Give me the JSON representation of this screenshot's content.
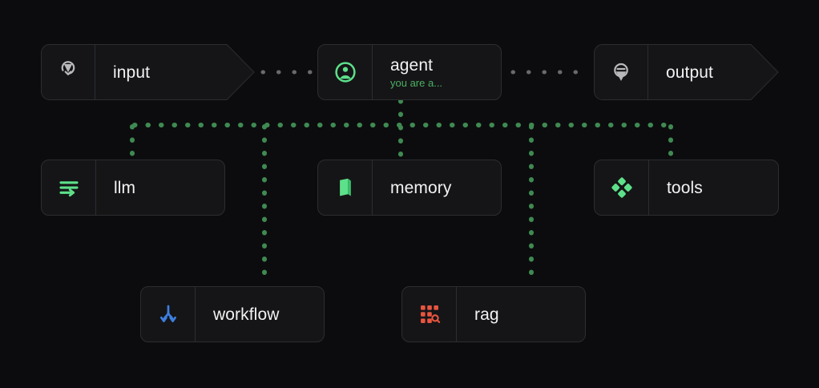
{
  "theme": {
    "background": "#0c0c0e",
    "node_fill": "#151517",
    "node_border": "#2c2d31",
    "title_color": "#f2f2f3",
    "accent_green": "#4caf63",
    "wire_green": "#3f8a52",
    "wire_gray": "#6a6a6e",
    "icon_green": "#5de08a",
    "icon_blue": "#3d7fe0",
    "icon_red": "#e8553f",
    "icon_gray": "#b9b9bb"
  },
  "nodes": {
    "input": {
      "title": "input",
      "icon": "circle-arrow-down-icon",
      "shape": "arrow"
    },
    "agent": {
      "title": "agent",
      "subtitle": "you are a...",
      "icon": "user-circle-icon",
      "shape": "rect"
    },
    "output": {
      "title": "output",
      "icon": "circle-arrow-out-icon",
      "shape": "arrow"
    },
    "llm": {
      "title": "llm",
      "icon": "lines-arrow-icon",
      "shape": "rect"
    },
    "memory": {
      "title": "memory",
      "icon": "book-icon",
      "shape": "rect"
    },
    "tools": {
      "title": "tools",
      "icon": "four-diamonds-icon",
      "shape": "rect"
    },
    "workflow": {
      "title": "workflow",
      "icon": "branch-fork-icon",
      "shape": "rect"
    },
    "rag": {
      "title": "rag",
      "icon": "grid-search-icon",
      "shape": "rect"
    }
  },
  "connections": [
    {
      "name": "input-to-agent",
      "style": "dotted",
      "color": "#6a6a6e"
    },
    {
      "name": "agent-to-output",
      "style": "dotted",
      "color": "#6a6a6e"
    },
    {
      "name": "agent-to-bus",
      "style": "dotted",
      "color": "#3f8a52"
    },
    {
      "name": "bus-to-llm",
      "style": "dotted",
      "color": "#3f8a52"
    },
    {
      "name": "bus-to-memory",
      "style": "dotted",
      "color": "#3f8a52"
    },
    {
      "name": "bus-to-tools",
      "style": "dotted",
      "color": "#3f8a52"
    },
    {
      "name": "bus-to-workflow",
      "style": "dotted",
      "color": "#3f8a52"
    },
    {
      "name": "bus-to-rag",
      "style": "dotted",
      "color": "#3f8a52"
    }
  ]
}
